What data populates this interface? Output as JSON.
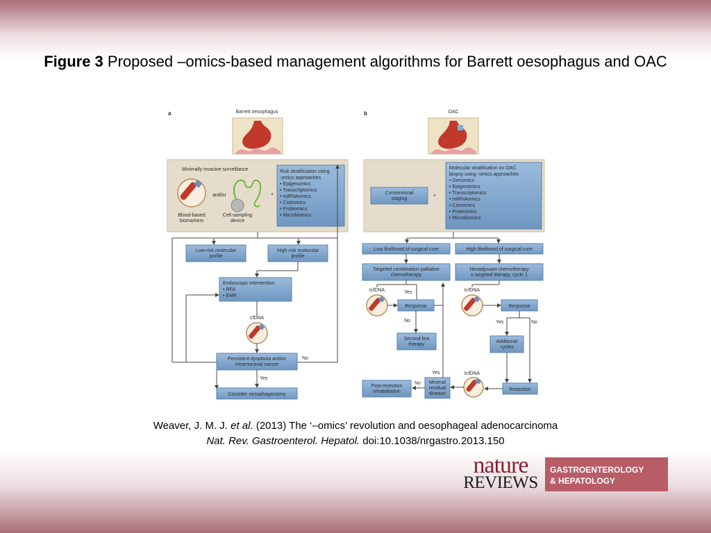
{
  "title": {
    "label": "Figure 3",
    "text": "Proposed –omics-based management algorithms for Barrett oesophagus and OAC"
  },
  "figure": {
    "panel_a": {
      "letter": "a",
      "header": "Barrett oesophagus",
      "surveillance_title": "Minimally invasive surveillance",
      "and_or": "and/or",
      "plus": "+",
      "blood_label": [
        "Blood-based",
        "biomarkers"
      ],
      "device_label": [
        "Cell-sampling",
        "device"
      ],
      "risk_box": [
        "Risk stratification using",
        "-omics approaches",
        "• Epigenomics",
        "• Transcriptomics",
        "• miRNAomics",
        "• Cistromics",
        "• Proteomics",
        "• Microbiomics"
      ],
      "low_risk": [
        "Low-risk molecular",
        "profile"
      ],
      "high_risk": [
        "High-risk molecular",
        "profile"
      ],
      "endoscopic": [
        "Endoscopic intervention",
        "• RFA",
        "• EMR"
      ],
      "cfdna": "cfDNA",
      "persistent": [
        "Persistent dysplasia and/or",
        "intramucosal cancer"
      ],
      "no": "No",
      "yes": "Yes",
      "oesophagectomy": "Consider oesophagectomy"
    },
    "panel_b": {
      "letter": "b",
      "header": "OAC",
      "conventional": [
        "Conventional",
        "staging"
      ],
      "plus": "+",
      "molecular_box": [
        "Molecular stratification on OAC",
        "biopsy using -omics approaches",
        "• Genomics",
        "• Epigenomics",
        "• Transcriptomics",
        "• miRNAomics",
        "• Cistromics",
        "• Proteomics",
        "• Microbiomics"
      ],
      "low_likelihood": "Low likelihood of surgical cure",
      "high_likelihood": "High likelihood of surgical cure",
      "palliative": [
        "Targeted combination palliative",
        "chemotherapy"
      ],
      "neoadjuvant": [
        "Neoadjuvant chemotherapy",
        "± targeted therapy, cycle 1"
      ],
      "tcfdna": "tcfDNA",
      "yes": "Yes",
      "no": "No",
      "response": "Response",
      "second_line": [
        "Second-line",
        "therapy"
      ],
      "additional": [
        "Additional",
        "cycles"
      ],
      "resection": "Resection",
      "mrd": [
        "Minimal",
        "residual",
        "disease"
      ],
      "post_resection": [
        "Post-resection",
        "rehabilitation"
      ]
    }
  },
  "caption": {
    "line1_authors": "Weaver, J. M. J.",
    "line1_etal": "et al.",
    "line1_rest": "(2013) The ‘–omics’ revolution and oesophageal adenocarcinoma",
    "line2_journal": "Nat. Rev. Gastroenterol. Hepatol.",
    "line2_doi": "doi:10.1038/nrgastro.2013.150"
  },
  "logo": {
    "nature": "nature",
    "reviews": "REVIEWS",
    "journal_line1": "GASTROENTEROLOGY",
    "journal_line2": "& HEPATOLOGY"
  },
  "colors": {
    "box_fill": "#85a9cf",
    "tan_band": "#e5dccb",
    "title_red": "#8a1f2c",
    "journal_bg": "#b85c68"
  }
}
